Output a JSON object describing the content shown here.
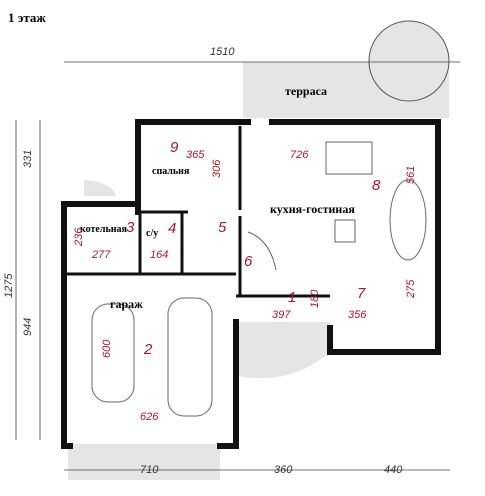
{
  "floor_title": "1 этаж",
  "dimensions": {
    "top_total": "1510",
    "left_upper": "331",
    "left_total": "1275",
    "left_lower": "944",
    "bottom_left": "710",
    "bottom_mid": "360",
    "bottom_right": "440"
  },
  "room_labels": {
    "terrace": "терраса",
    "bedroom": "спальня",
    "kitchen_living": "кухня-гостиная",
    "boiler": "котельная",
    "wc": "с/у",
    "garage": "гараж"
  },
  "room_numbers": [
    "1",
    "2",
    "3",
    "4",
    "5",
    "6",
    "7",
    "8",
    "9"
  ],
  "room_sizes": {
    "bedroom_w": "365",
    "bedroom_h": "306",
    "living_w": "726",
    "living_h": "561",
    "boiler_w": "277",
    "boiler_h": "236",
    "wc_w": "164",
    "garage_w": "626",
    "garage_h": "600",
    "hall_w": "397",
    "hall_h": "180",
    "kitchen_w": "356",
    "kitchen_h": "275"
  },
  "colors": {
    "wall": "#111111",
    "accent": "#a0192e",
    "terrace": "#e5e5e5"
  }
}
